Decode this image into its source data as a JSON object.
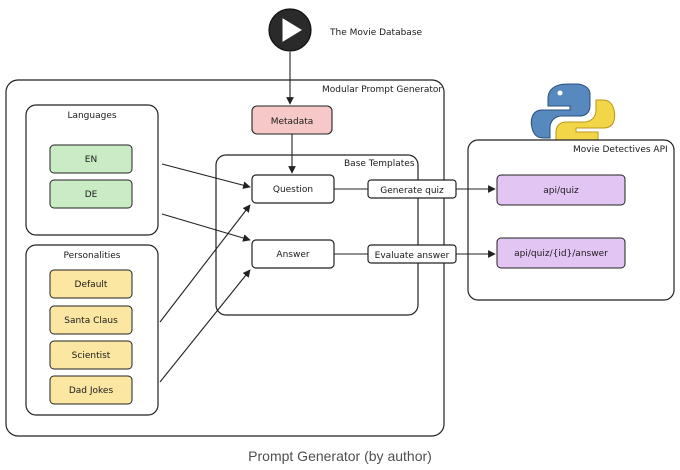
{
  "diagram": {
    "tmdb": {
      "label": "The Movie Database"
    },
    "generator": {
      "title": "Modular Prompt Generator",
      "metadata": {
        "label": "Metadata"
      },
      "languages": {
        "title": "Languages",
        "items": [
          {
            "label": "EN"
          },
          {
            "label": "DE"
          }
        ]
      },
      "personalities": {
        "title": "Personalities",
        "items": [
          {
            "label": "Default"
          },
          {
            "label": "Santa Claus"
          },
          {
            "label": "Scientist"
          },
          {
            "label": "Dad Jokes"
          }
        ]
      },
      "base_templates": {
        "title": "Base Templates",
        "question": {
          "label": "Question"
        },
        "answer": {
          "label": "Answer"
        }
      }
    },
    "edges": {
      "generate_quiz": "Generate quiz",
      "evaluate_answer": "Evaluate answer"
    },
    "api": {
      "title": "Movie Detectives API",
      "quiz": {
        "label": "api/quiz"
      },
      "answer": {
        "label": "api/quiz/{id}/answer"
      }
    },
    "colors": {
      "language_fill": "#c9ecc5",
      "personality_fill": "#fbe6a2",
      "metadata_fill": "#f6c8c8",
      "api_fill": "#e3c5f3",
      "python_blue": "#3a74b4",
      "python_yellow": "#f2d233"
    },
    "icons": [
      "play-icon",
      "python-logo"
    ]
  },
  "caption": "Prompt Generator (by author)"
}
